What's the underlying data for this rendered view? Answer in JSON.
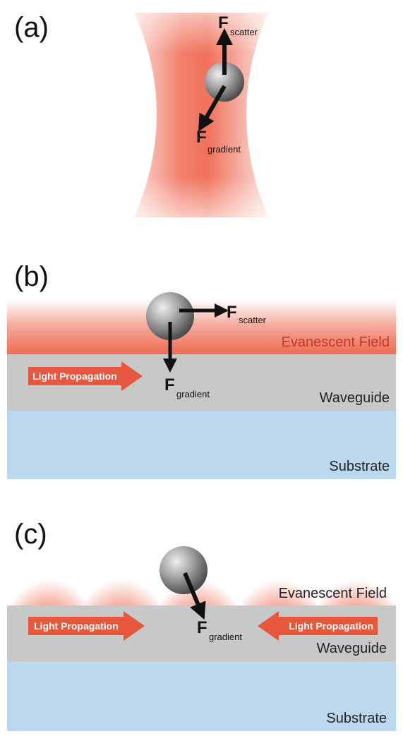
{
  "panels": {
    "a": {
      "label": "(a)",
      "f_scatter": {
        "main": "F",
        "sub": "scatter"
      },
      "f_gradient": {
        "main": "F",
        "sub": "gradient"
      }
    },
    "b": {
      "label": "(b)",
      "f_scatter": {
        "main": "F",
        "sub": "scatter"
      },
      "f_gradient": {
        "main": "F",
        "sub": "gradient"
      },
      "evanescent_field": "Evanescent Field",
      "waveguide": "Waveguide",
      "substrate": "Substrate",
      "light_propagation": "Light Propagation"
    },
    "c": {
      "label": "(c)",
      "f_gradient": {
        "main": "F",
        "sub": "gradient"
      },
      "evanescent_field": "Evanescent Field",
      "waveguide": "Waveguide",
      "substrate": "Substrate",
      "light_propagation_left": "Light Propagation",
      "light_propagation_right": "Light Propagation"
    }
  },
  "colors": {
    "beam": "#ef6a52",
    "waveguide": "#c8c8c8",
    "substrate": "#bcd8ee",
    "evanescent_label": "#c0392b",
    "text_dark": "#222222",
    "arrow_fill": "#e5583d"
  }
}
